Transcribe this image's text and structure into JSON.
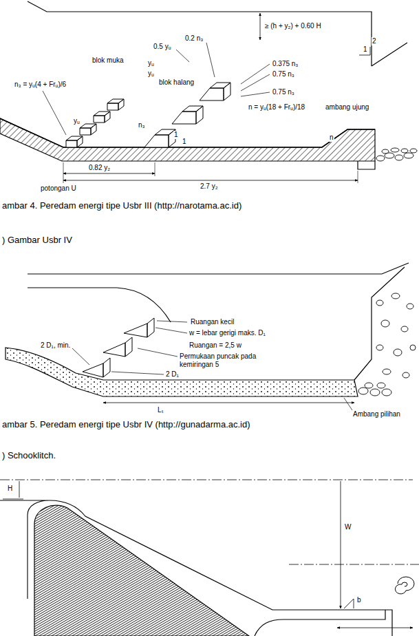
{
  "diagram": {
    "labels": [
      "0.2 n₃",
      "≥ (h + y₂) + 0.60 H",
      "blok muka",
      "0.5 yᵤ",
      "yᵤ",
      "yᵤ",
      "0.375 n₃",
      "0.75 n₃",
      "n₃ = yᵤ(4 + Frᵤ)/6",
      "blok halang",
      "0.75 n₃",
      "n = yᵤ(18 + Frᵤ)/18",
      "ambang ujung",
      "1",
      "2",
      "1",
      "1",
      "yᵤ",
      "n₃",
      "n",
      "0.82 y₂",
      "2.7 y₂",
      "potongan U",
      "ambar 4. Peredam energi tipe Usbr III (http://narotama.ac.id)",
      ") Gambar Usbr IV",
      "Ruangan kecil",
      "w = lebar gerigi maks. D₁",
      "Ruangan = 2,5 w",
      "Permukaan puncak pada kemiringan 5",
      "2 D₁, min.",
      "2 D₁",
      "Lₜ",
      "Ambang pilihan",
      "ambar 5. Peredam energi tipe Usbr IV  (http://gunadarma.ac.id)",
      ") Schooklitch.",
      "H",
      "W",
      "b"
    ]
  }
}
